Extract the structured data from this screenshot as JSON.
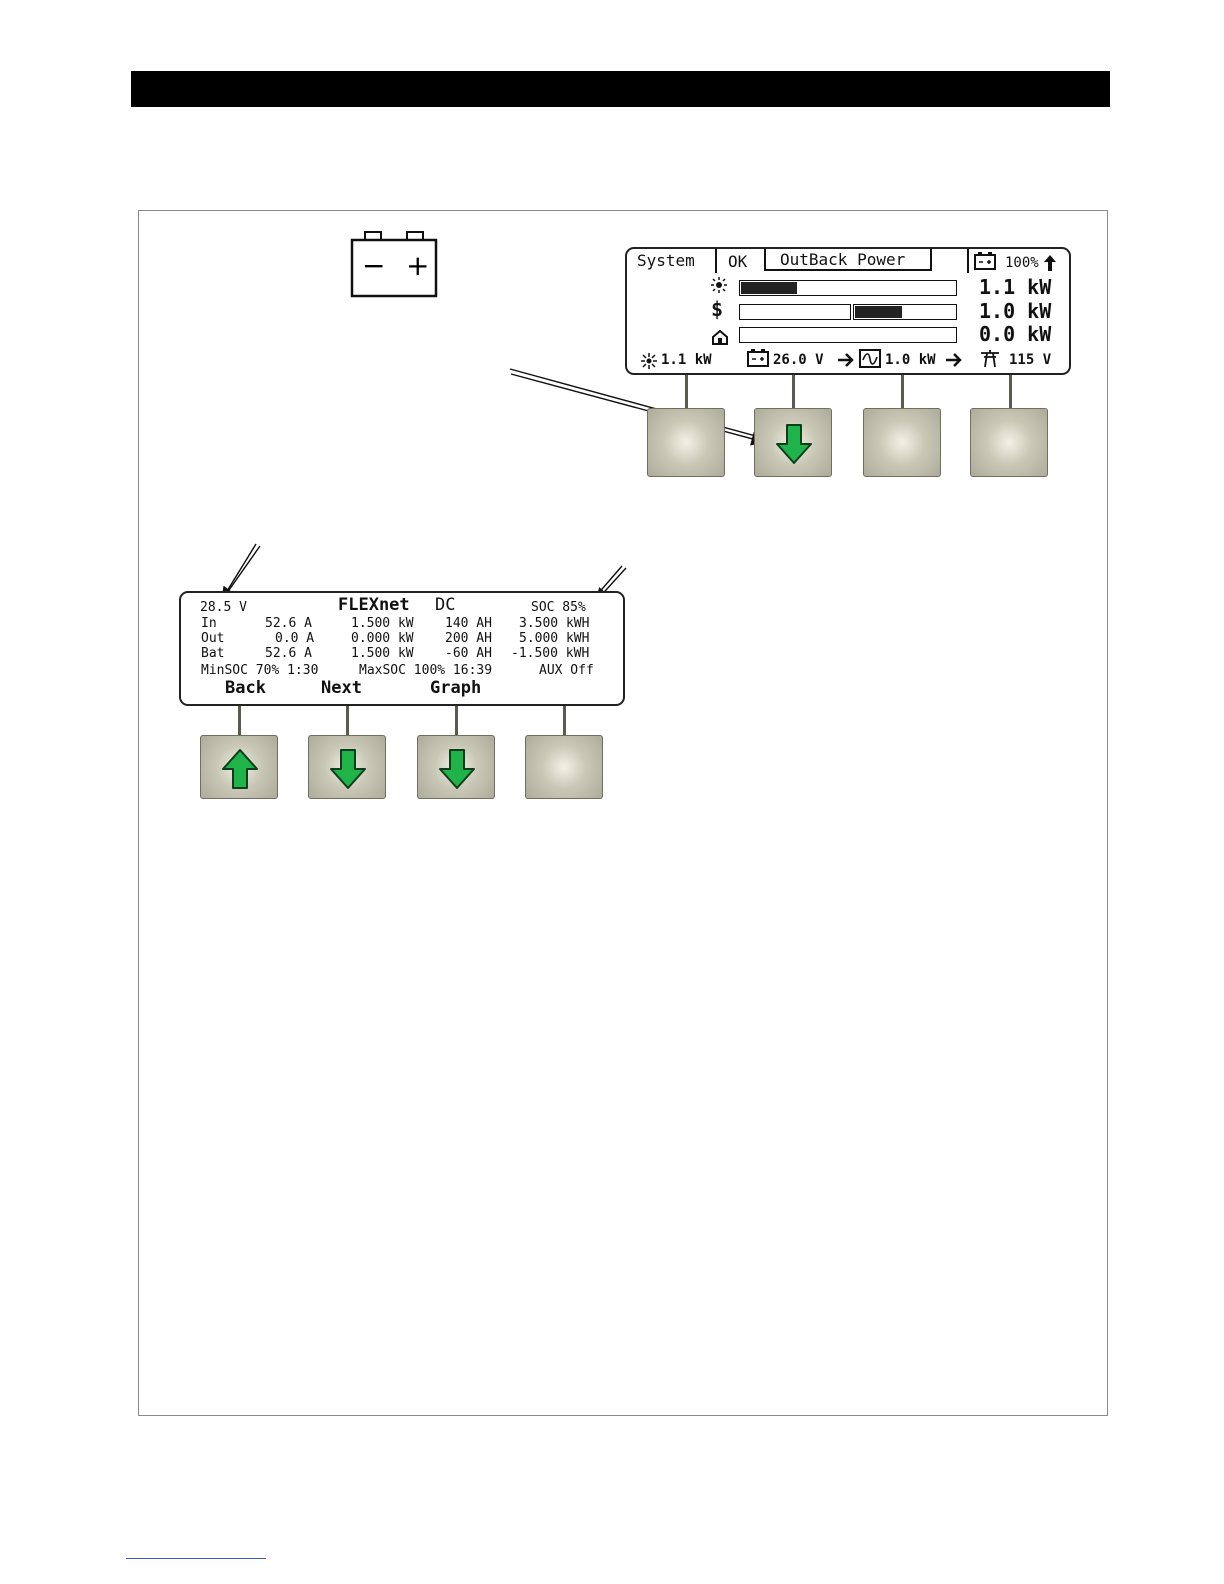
{
  "battery_icon": {
    "minus": "−",
    "plus": "+"
  },
  "home_screen": {
    "tabs": {
      "system": "System",
      "ok": "OK",
      "name": "OutBack Power"
    },
    "battery_soc": "100%",
    "rows": [
      {
        "icon": "sun-icon",
        "value": "1.1 kW",
        "fill_fraction": 0.27
      },
      {
        "icon": "dollar-icon",
        "value": "1.0 kW",
        "fill_fraction": 0.45
      },
      {
        "icon": "house-icon",
        "value": "0.0 kW",
        "fill_fraction": 0.0
      }
    ],
    "status_line": {
      "pv": "1.1 kW",
      "battery": "26.0 V",
      "inverter": "1.0 kW",
      "grid": "115 V"
    }
  },
  "flexnet_screen": {
    "voltage": "28.5 V",
    "title_bold": "FLEXnet",
    "title_rest": "DC",
    "soc": "SOC 85%",
    "rows": [
      {
        "label": "In",
        "amps": "52.6 A",
        "kw": "1.500 kW",
        "ah": "140 AH",
        "kwh": "3.500 kWH"
      },
      {
        "label": "Out",
        "amps": "0.0 A",
        "kw": "0.000 kW",
        "ah": "200 AH",
        "kwh": "5.000 kWH"
      },
      {
        "label": "Bat",
        "amps": "52.6 A",
        "kw": "1.500 kW",
        "ah": "-60 AH",
        "kwh": "-1.500 kWH"
      }
    ],
    "soc_line": {
      "min": "MinSOC 70% 1:30",
      "max": "MaxSOC 100% 16:39",
      "aux": "AUX Off"
    },
    "softkeys": {
      "back": "Back",
      "next": "Next",
      "graph": "Graph"
    }
  },
  "colors": {
    "arrow_green": "#1fb34a",
    "key_bg": "#bdbcaa",
    "header": "#000000"
  }
}
